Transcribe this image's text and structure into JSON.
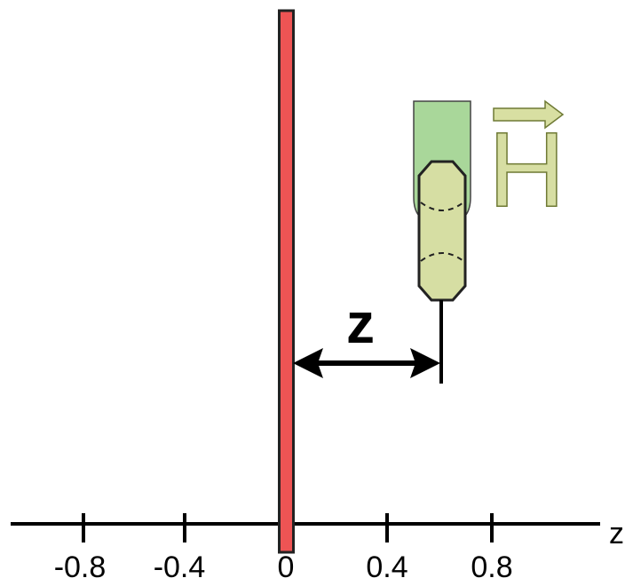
{
  "axis": {
    "name": "z",
    "ticks": [
      {
        "value": -0.8,
        "label": "-0.8"
      },
      {
        "value": -0.4,
        "label": "-0.4"
      },
      {
        "value": 0,
        "label": "0"
      },
      {
        "value": 0.4,
        "label": "0.4"
      },
      {
        "value": 0.8,
        "label": "0.8"
      }
    ]
  },
  "labels": {
    "distance": "z",
    "field": "H"
  },
  "colors": {
    "surface": "#ee5454",
    "beam": "#a9d79a",
    "tip": "#d6dea3",
    "field_arrow": "#d8dfa2",
    "ink": "#000000"
  }
}
